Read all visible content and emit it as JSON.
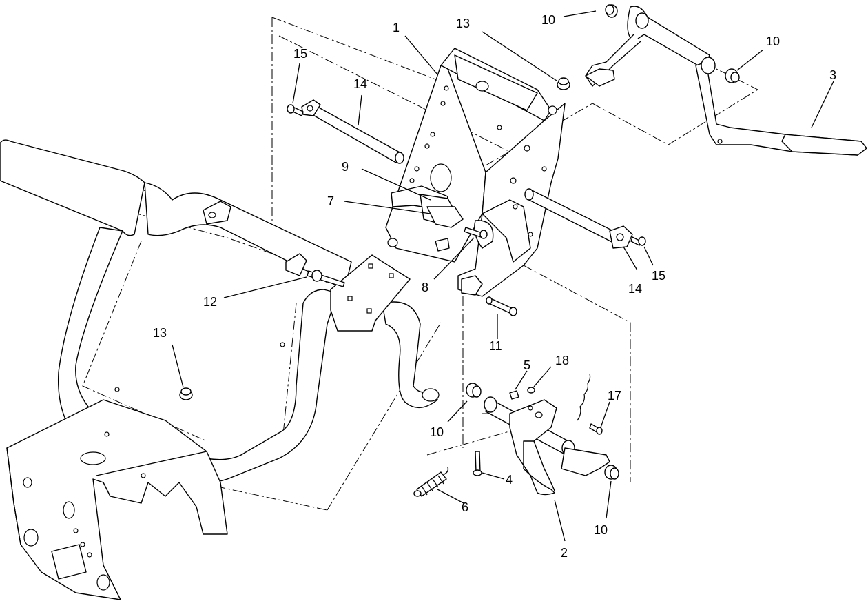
{
  "callouts": [
    {
      "id": "c1",
      "label": "1"
    },
    {
      "id": "c2",
      "label": "2"
    },
    {
      "id": "c3",
      "label": "3"
    },
    {
      "id": "c4",
      "label": "4"
    },
    {
      "id": "c5",
      "label": "5"
    },
    {
      "id": "c6",
      "label": "6"
    },
    {
      "id": "c7",
      "label": "7"
    },
    {
      "id": "c8",
      "label": "8"
    },
    {
      "id": "c9",
      "label": "9"
    },
    {
      "id": "c10a",
      "label": "10"
    },
    {
      "id": "c10b",
      "label": "10"
    },
    {
      "id": "c10c",
      "label": "10"
    },
    {
      "id": "c10d",
      "label": "10"
    },
    {
      "id": "c11",
      "label": "11"
    },
    {
      "id": "c12",
      "label": "12"
    },
    {
      "id": "c13a",
      "label": "13"
    },
    {
      "id": "c13b",
      "label": "13"
    },
    {
      "id": "c14a",
      "label": "14"
    },
    {
      "id": "c14b",
      "label": "14"
    },
    {
      "id": "c15a",
      "label": "15"
    },
    {
      "id": "c15b",
      "label": "15"
    },
    {
      "id": "c17",
      "label": "17"
    },
    {
      "id": "c18",
      "label": "18"
    }
  ]
}
